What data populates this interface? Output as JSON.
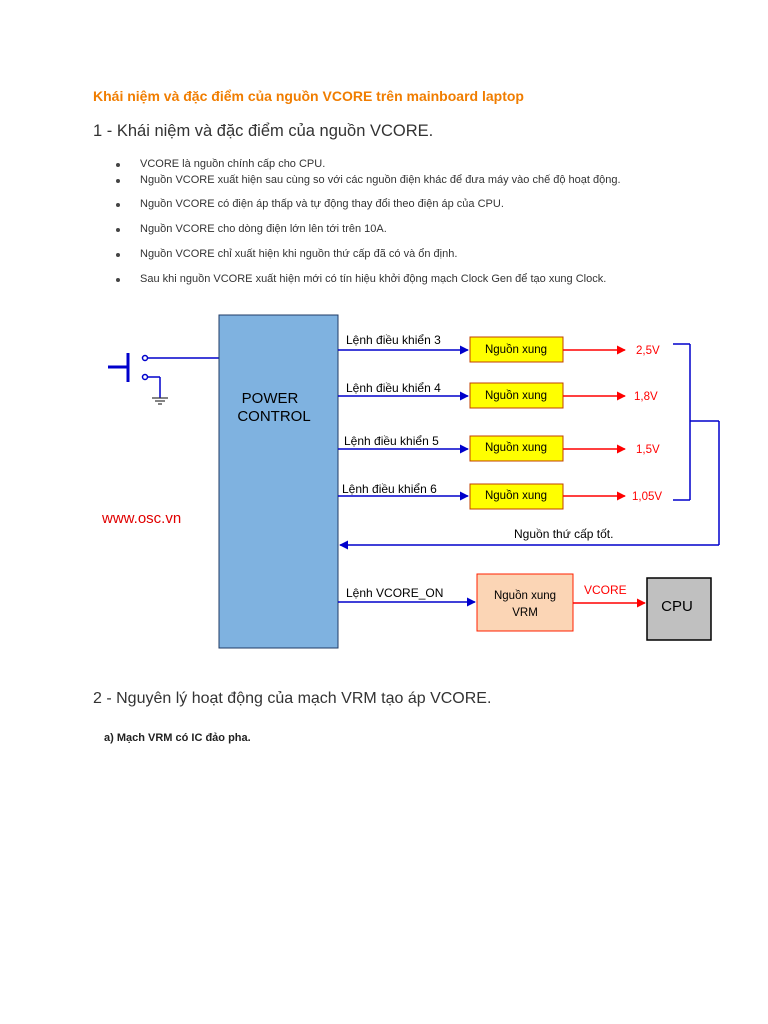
{
  "title": "Khái niệm và đặc điểm của nguồn VCORE trên mainboard laptop",
  "section1": {
    "heading": "1 - Khái niệm và đặc điểm của nguồn VCORE.",
    "bullets": [
      "VCORE là nguồn chính cấp cho CPU.",
      "Nguồn VCORE xuất hiện sau cùng so với các nguồn điện khác để đưa máy vào chế độ hoạt động.",
      "Nguồn VCORE có điện áp thấp và tự động thay đổi theo điện áp của CPU.",
      "Nguồn VCORE cho dòng điện lớn lên tới trên 10A.",
      "Nguồn VCORE chỉ xuất hiện khi nguồn thứ cấp đã có và ổn định.",
      "Sau khi nguồn VCORE xuất hiện mới có tín hiệu khởi động mạch Clock Gen để tạo xung Clock."
    ]
  },
  "diagram": {
    "power_control_line1": "POWER",
    "power_control_line2": "CONTROL",
    "watermark": "www.osc.vn",
    "rows": [
      {
        "command": "Lệnh điều khiển 3",
        "box": "Nguồn xung",
        "voltage": "2,5V"
      },
      {
        "command": "Lệnh điều khiển 4",
        "box": "Nguồn xung",
        "voltage": "1,8V"
      },
      {
        "command": "Lệnh điều khiển 5",
        "box": "Nguồn xung",
        "voltage": "1,5V"
      },
      {
        "command": "Lệnh điều khiển 6",
        "box": "Nguồn xung",
        "voltage": "1,05V"
      }
    ],
    "feedback_label": "Nguồn thứ cấp tốt.",
    "vcore_on_label": "Lệnh VCORE_ON",
    "vrm_line1": "Nguồn xung",
    "vrm_line2": "VRM",
    "vcore_label": "VCORE",
    "cpu_label": "CPU",
    "colors": {
      "power_control_fill": "#7fb2e0",
      "box_fill": "#ffff00",
      "vrm_fill": "#fbd5b5",
      "cpu_fill": "#c0c0c0",
      "wire_blue": "#0000cc",
      "wire_red": "#ff0000",
      "watermark_red": "#e00000"
    }
  },
  "section2": {
    "heading": "2 - Nguyên lý hoạt động của mạch VRM tạo áp VCORE.",
    "subheading": "a) Mạch VRM có IC đảo pha."
  }
}
